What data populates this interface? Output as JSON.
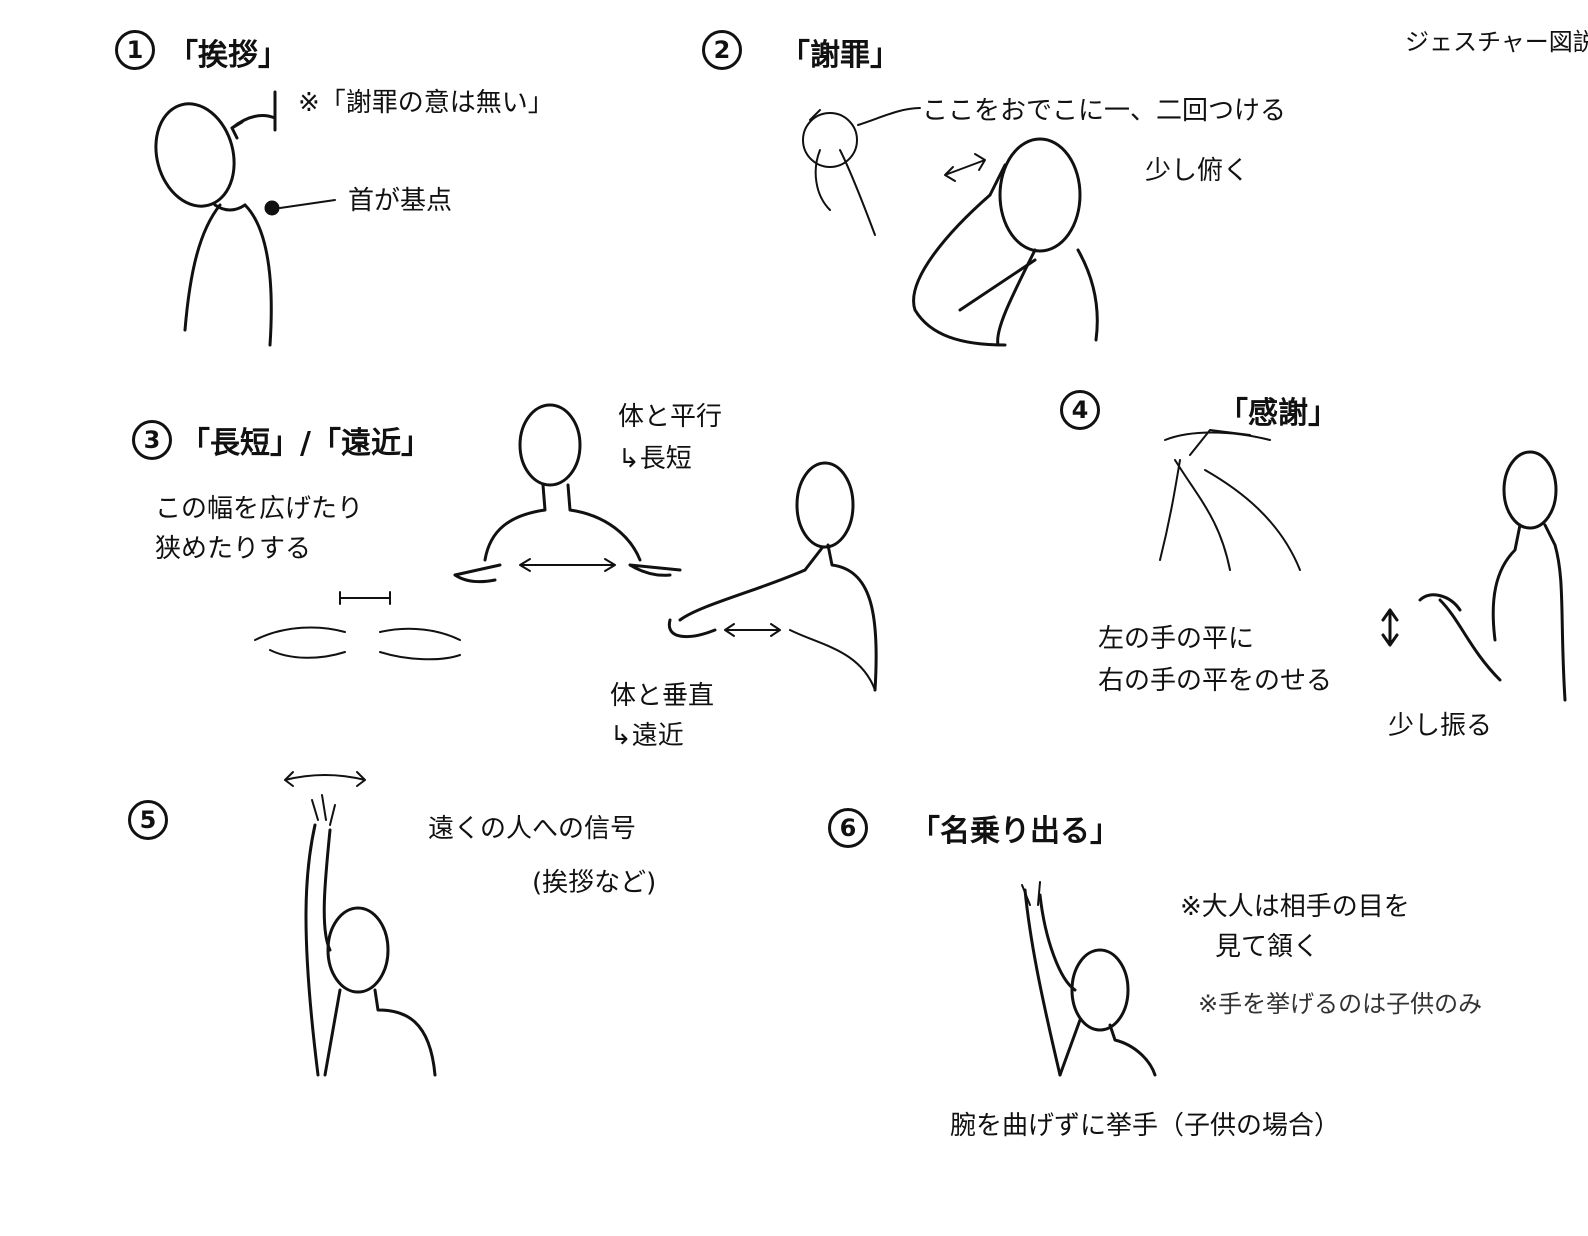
{
  "header": {
    "doc_title": "ジェスチャー図説"
  },
  "sections": [
    {
      "number": "1",
      "title": "「挨拶」",
      "notes": [
        "※「謝罪の意は無い」",
        "首が基点"
      ]
    },
    {
      "number": "2",
      "title": "「謝罪」",
      "notes": [
        "ここをおでこに一、二回つける",
        "少し俯く"
      ]
    },
    {
      "number": "3",
      "title": "「長短」/「遠近」",
      "notes": [
        "この幅を広げたり",
        "狭めたりする",
        "体と平行",
        "↳長短",
        "体と垂直",
        "↳遠近"
      ]
    },
    {
      "number": "4",
      "title": "「感謝」",
      "notes": [
        "左の手の平に",
        "右の手の平をのせる",
        "少し振る"
      ]
    },
    {
      "number": "5",
      "title": "",
      "notes": [
        "遠くの人への信号",
        "(挨拶など)"
      ]
    },
    {
      "number": "6",
      "title": "「名乗り出る」",
      "notes": [
        "※大人は相手の目を",
        "見て頷く",
        "※手を挙げるのは子供のみ",
        "腕を曲げずに挙手（子供の場合）"
      ]
    }
  ]
}
